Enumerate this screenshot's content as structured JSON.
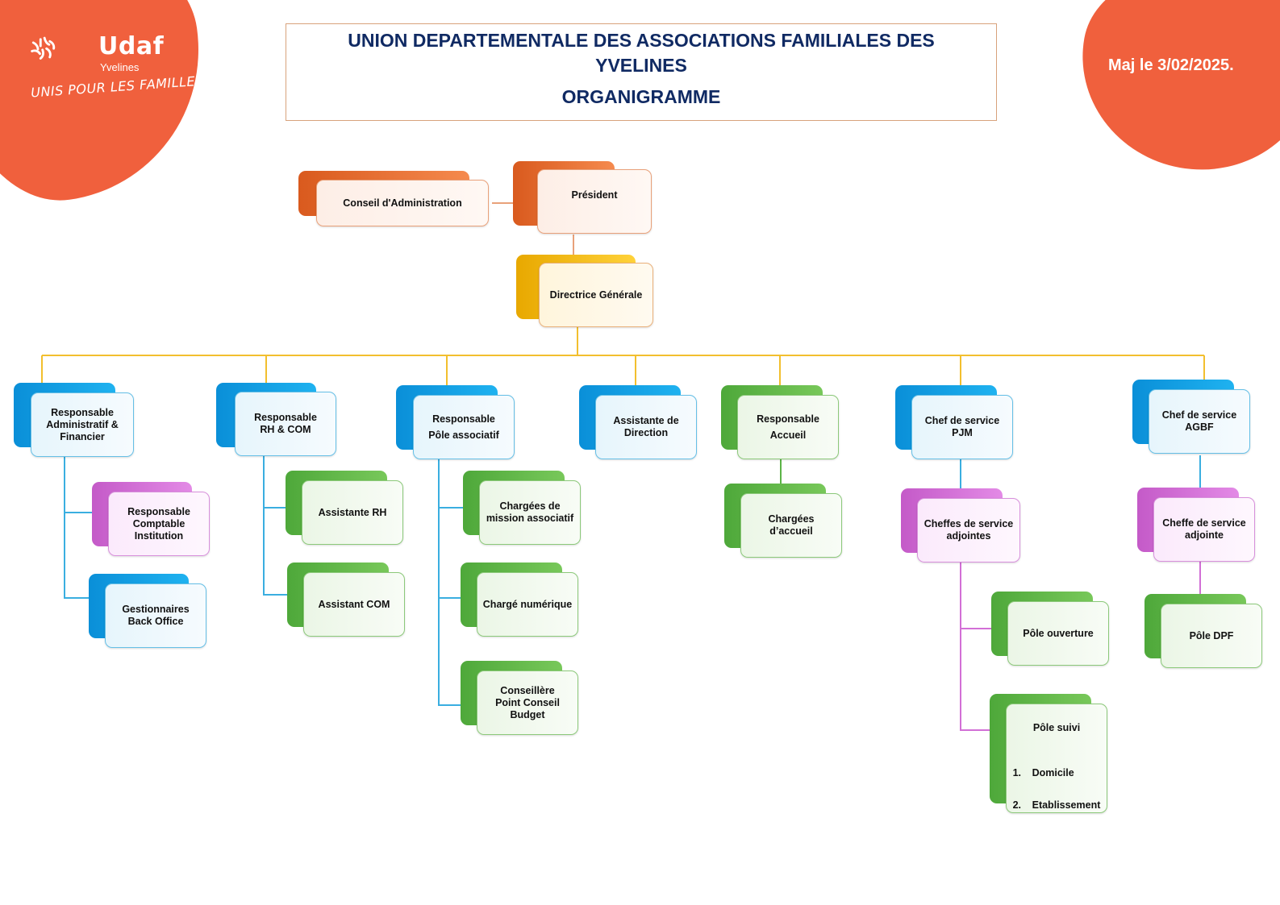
{
  "header": {
    "title_line1": "UNION DEPARTEMENTALE DES ASSOCIATIONS FAMILIALES DES YVELINES",
    "title_line2": "ORGANIGRAMME",
    "updated": "Maj le 3/02/2025."
  },
  "logo": {
    "name": "Udaf",
    "subtitle": "Yvelines",
    "tagline": "UNIS POUR LES FAMILLES"
  },
  "colors": {
    "accent": "#f0603d",
    "title": "#102a63",
    "orange": "#e8702e",
    "yellow": "#f5b800",
    "blue": "#12a2e6",
    "green": "#5cb447",
    "pink": "#d26fd6"
  },
  "nodes": {
    "conseil": "Conseil d'Administration",
    "president": "Président",
    "directrice": "Directrice Générale",
    "raf": "Responsable\nAdministratif &\nFinancier",
    "rcomptable": "Responsable\nComptable\nInstitution",
    "gestionnaires": "Gestionnaires\nBack Office",
    "rh": "Responsable\nRH & COM",
    "assistante_rh": "Assistante RH",
    "assistant_com": "Assistant COM",
    "pole_asso": "Responsable\nPôle associatif",
    "chargees_mission": "Chargées de\nmission associatif",
    "charge_numerique": "Chargé numérique",
    "conseillere": "Conseillère\nPoint Conseil\nBudget",
    "assistante_dir": "Assistante de\nDirection",
    "accueil": "Responsable\nAccueil",
    "chargees_accueil": "Chargées\nd’accueil",
    "pjm": "Chef de service\nPJM",
    "cheffes_adj": "Cheffes de service\nadjointes",
    "pole_ouverture": "Pôle ouverture",
    "pole_suivi": {
      "title": "Pôle suivi",
      "items": [
        {
          "num": "1.",
          "label": "Domicile"
        },
        {
          "num": "2.",
          "label": "Etablissement"
        }
      ]
    },
    "agbf": "Chef de service\nAGBF",
    "cheffe_adj": "Cheffe de service\nadjointe",
    "pole_dpf": "Pôle DPF"
  }
}
